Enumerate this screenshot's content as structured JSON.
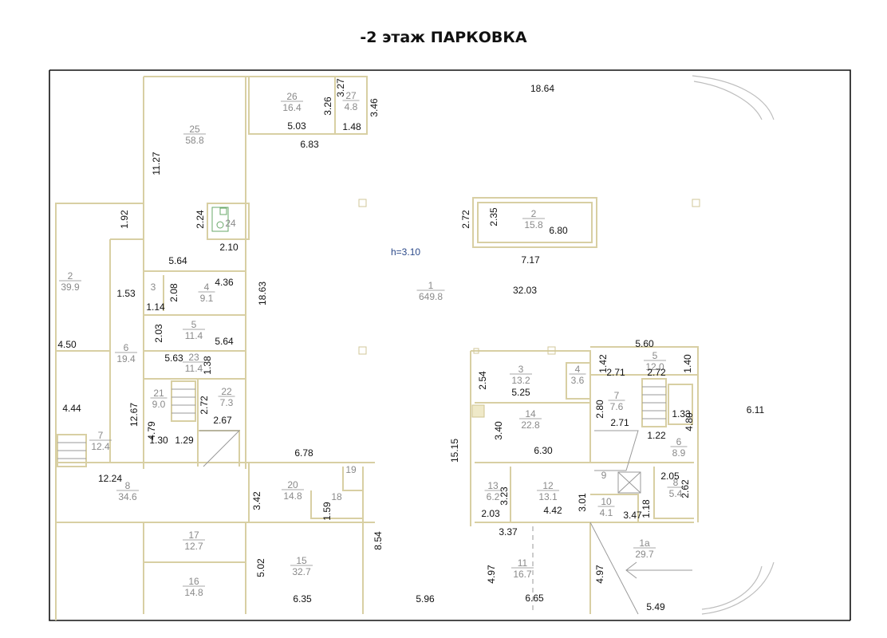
{
  "title": "-2 этаж ПАРКОВКА",
  "height_label": "h=3.10",
  "rooms": [
    {
      "id": "r1",
      "number": "1",
      "area": "649.8"
    },
    {
      "id": "r1a",
      "number": "1а",
      "area": "29.7"
    },
    {
      "id": "r2l",
      "number": "2",
      "area": "39.9"
    },
    {
      "id": "r2r",
      "number": "2",
      "area": "15.8"
    },
    {
      "id": "r3l",
      "number": "3",
      "area": ""
    },
    {
      "id": "r3r",
      "number": "3",
      "area": "13.2"
    },
    {
      "id": "r4l",
      "number": "4",
      "area": "9.1"
    },
    {
      "id": "r4r",
      "number": "4",
      "area": "3.6"
    },
    {
      "id": "r5l",
      "number": "5",
      "area": "11.4"
    },
    {
      "id": "r5r",
      "number": "5",
      "area": "12.0"
    },
    {
      "id": "r6l",
      "number": "6",
      "area": "19.4"
    },
    {
      "id": "r6r",
      "number": "6",
      "area": "8.9"
    },
    {
      "id": "r7l",
      "number": "7",
      "area": "12.4"
    },
    {
      "id": "r7r",
      "number": "7",
      "area": "7.6"
    },
    {
      "id": "r8l",
      "number": "8",
      "area": "34.6"
    },
    {
      "id": "r8r",
      "number": "8",
      "area": "5.4"
    },
    {
      "id": "r9",
      "number": "9",
      "area": ""
    },
    {
      "id": "r10",
      "number": "10",
      "area": "4.1"
    },
    {
      "id": "r11",
      "number": "11",
      "area": "16.7"
    },
    {
      "id": "r12",
      "number": "12",
      "area": "13.1"
    },
    {
      "id": "r13",
      "number": "13",
      "area": "6.2"
    },
    {
      "id": "r14",
      "number": "14",
      "area": "22.8"
    },
    {
      "id": "r15",
      "number": "15",
      "area": "32.7"
    },
    {
      "id": "r16",
      "number": "16",
      "area": "14.8"
    },
    {
      "id": "r17",
      "number": "17",
      "area": "12.7"
    },
    {
      "id": "r18",
      "number": "18",
      "area": ""
    },
    {
      "id": "r19",
      "number": "19",
      "area": ""
    },
    {
      "id": "r20",
      "number": "20",
      "area": "14.8"
    },
    {
      "id": "r21",
      "number": "21",
      "area": "9.0"
    },
    {
      "id": "r22",
      "number": "22",
      "area": "7.3"
    },
    {
      "id": "r23",
      "number": "23",
      "area": "11.4"
    },
    {
      "id": "r24",
      "number": "24",
      "area": ""
    },
    {
      "id": "r25",
      "number": "25",
      "area": "58.8"
    },
    {
      "id": "r26",
      "number": "26",
      "area": "16.4"
    },
    {
      "id": "r27",
      "number": "27",
      "area": "4.8"
    }
  ],
  "dimensions": [
    "18.64",
    "3.27",
    "3.26",
    "3.46",
    "5.03",
    "1.48",
    "6.83",
    "11.27",
    "1.92",
    "2.24",
    "2.10",
    "5.64",
    "2.72",
    "2.35",
    "6.80",
    "7.17",
    "1.53",
    "2.08",
    "4.36",
    "18.63",
    "32.03",
    "1.14",
    "2.03",
    "5.64",
    "4.50",
    "5.63",
    "1.38",
    "5.60",
    "1.42",
    "2.71",
    "2.72",
    "1.40",
    "2.54",
    "5.25",
    "4.44",
    "2.72",
    "2.67",
    "12.67",
    "4.79",
    "1.30",
    "1.29",
    "2.80",
    "2.71",
    "1.33",
    "6.11",
    "3.40",
    "6.30",
    "1.22",
    "4.80",
    "15.15",
    "6.78",
    "12.24",
    "3.42",
    "1.59",
    "3.23",
    "2.03",
    "4.42",
    "3.01",
    "2.05",
    "2.62",
    "1.18",
    "3.47",
    "3.37",
    "8.54",
    "5.02",
    "6.35",
    "5.96",
    "4.97",
    "6.65",
    "4.97",
    "5.49"
  ]
}
